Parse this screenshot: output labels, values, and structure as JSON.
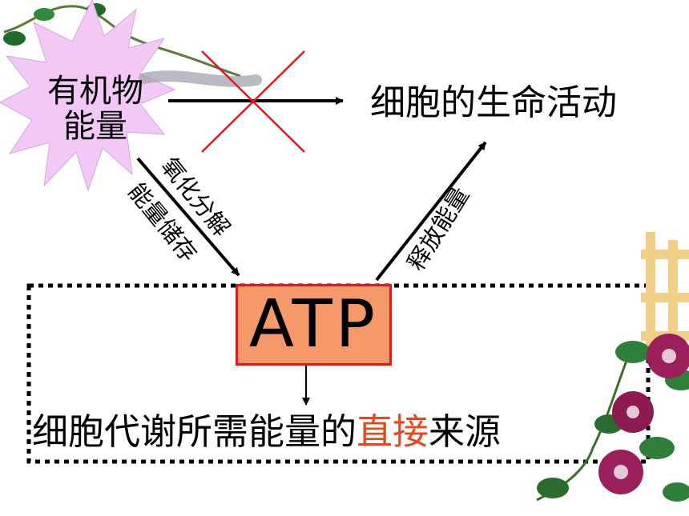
{
  "source": {
    "line1": "有机物",
    "line2": "能量"
  },
  "target": "细胞的生命活动",
  "atp": "ATP",
  "label_oxidation": "氧化分解",
  "label_storage": "能量储存",
  "label_release": "释放能量",
  "bottom": {
    "part1": "细胞代谢所需能量的",
    "highlight": "直接",
    "part2": "来源"
  },
  "colors": {
    "atp_fill": "#f5986a",
    "atp_border": "#e8161c",
    "highlight": "#e8461c",
    "cross": "#e8161c",
    "star": "#f2c8f6"
  }
}
